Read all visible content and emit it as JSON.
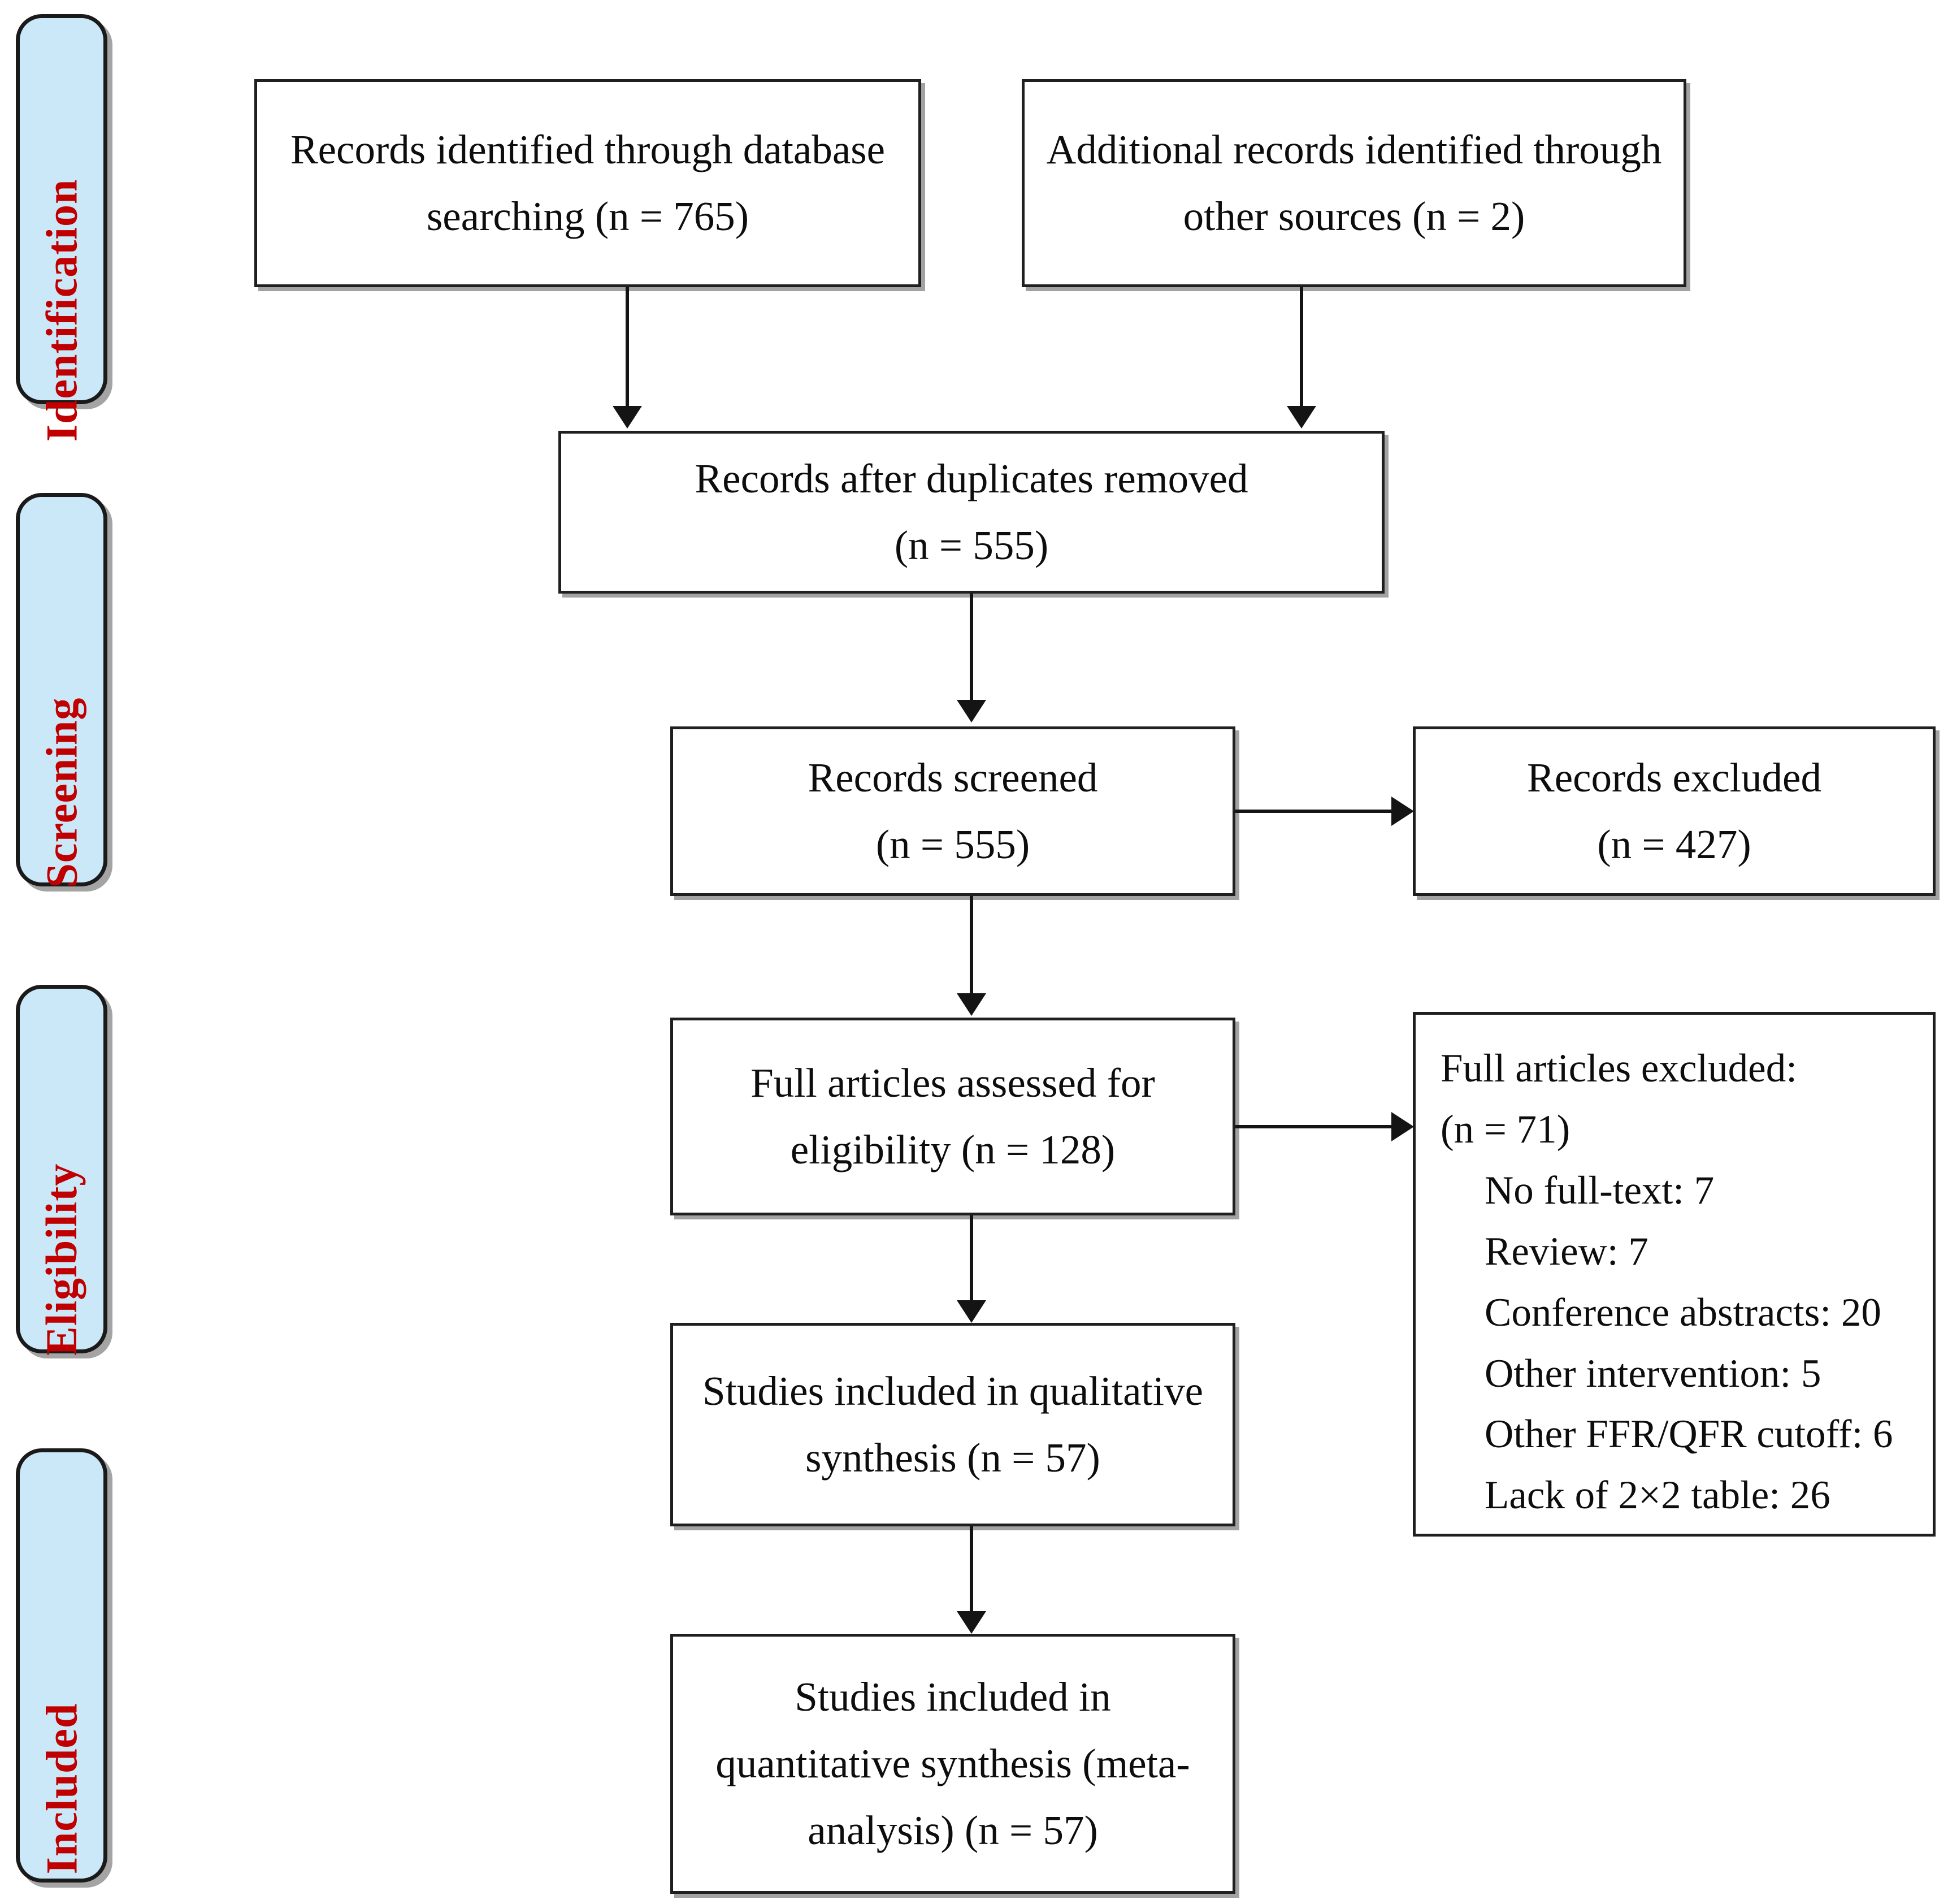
{
  "diagram": {
    "title": "PRISMA flow diagram",
    "accent_blue": "#cbe8f9",
    "accent_red": "#c00000",
    "border_color": "#1f1f1f"
  },
  "stages": [
    {
      "label": "Identification"
    },
    {
      "label": "Screening"
    },
    {
      "label": "Eligibility"
    },
    {
      "label": "Included"
    }
  ],
  "boxes": {
    "database_search": {
      "line1": "Records identified through database",
      "line2": "searching (n = 765)"
    },
    "other_sources": {
      "line1": "Additional records identified through",
      "line2": "other sources (n = 2)"
    },
    "duplicates_removed": {
      "line1": "Records after duplicates removed",
      "line2": "(n = 555)"
    },
    "records_screened": {
      "line1": "Records screened",
      "line2": "(n = 555)"
    },
    "records_excluded": {
      "line1": "Records excluded",
      "line2": "(n = 427)"
    },
    "full_articles_assessed": {
      "line1": "Full articles assessed for",
      "line2": "eligibility (n = 128)"
    },
    "full_articles_excluded": {
      "heading": "Full articles excluded:",
      "total": "(n = 71)",
      "reasons": [
        "No full-text: 7",
        "Review: 7",
        "Conference abstracts: 20",
        "Other intervention: 5",
        "Other FFR/QFR cutoff: 6",
        "Lack of 2×2 table: 26"
      ]
    },
    "qualitative_synthesis": {
      "line1": "Studies included in qualitative",
      "line2": "synthesis (n = 57)"
    },
    "quantitative_synthesis": {
      "line1": "Studies included in",
      "line2": "quantitative synthesis (meta-",
      "line3": "analysis) (n = 57)"
    }
  },
  "chart_data": {
    "type": "diagram",
    "title": "PRISMA flow diagram",
    "nodes": [
      {
        "id": "database_search",
        "stage": "Identification",
        "label": "Records identified through database searching",
        "n": 765
      },
      {
        "id": "other_sources",
        "stage": "Identification",
        "label": "Additional records identified through other sources",
        "n": 2
      },
      {
        "id": "duplicates_removed",
        "stage": "Identification",
        "label": "Records after duplicates removed",
        "n": 555
      },
      {
        "id": "records_screened",
        "stage": "Screening",
        "label": "Records screened",
        "n": 555
      },
      {
        "id": "records_excluded",
        "stage": "Screening",
        "label": "Records excluded",
        "n": 427
      },
      {
        "id": "full_articles_assessed",
        "stage": "Eligibility",
        "label": "Full articles assessed for eligibility",
        "n": 128
      },
      {
        "id": "full_articles_excluded",
        "stage": "Eligibility",
        "label": "Full articles excluded",
        "n": 71,
        "breakdown": [
          {
            "reason": "No full-text",
            "n": 7
          },
          {
            "reason": "Review",
            "n": 7
          },
          {
            "reason": "Conference abstracts",
            "n": 20
          },
          {
            "reason": "Other intervention",
            "n": 5
          },
          {
            "reason": "Other FFR/QFR cutoff",
            "n": 6
          },
          {
            "reason": "Lack of 2×2 table",
            "n": 26
          }
        ]
      },
      {
        "id": "qualitative_synthesis",
        "stage": "Included",
        "label": "Studies included in qualitative synthesis",
        "n": 57
      },
      {
        "id": "quantitative_synthesis",
        "stage": "Included",
        "label": "Studies included in quantitative synthesis (meta-analysis)",
        "n": 57
      }
    ],
    "edges": [
      {
        "from": "database_search",
        "to": "duplicates_removed"
      },
      {
        "from": "other_sources",
        "to": "duplicates_removed"
      },
      {
        "from": "duplicates_removed",
        "to": "records_screened"
      },
      {
        "from": "records_screened",
        "to": "records_excluded"
      },
      {
        "from": "records_screened",
        "to": "full_articles_assessed"
      },
      {
        "from": "full_articles_assessed",
        "to": "full_articles_excluded"
      },
      {
        "from": "full_articles_assessed",
        "to": "qualitative_synthesis"
      },
      {
        "from": "qualitative_synthesis",
        "to": "quantitative_synthesis"
      }
    ]
  }
}
